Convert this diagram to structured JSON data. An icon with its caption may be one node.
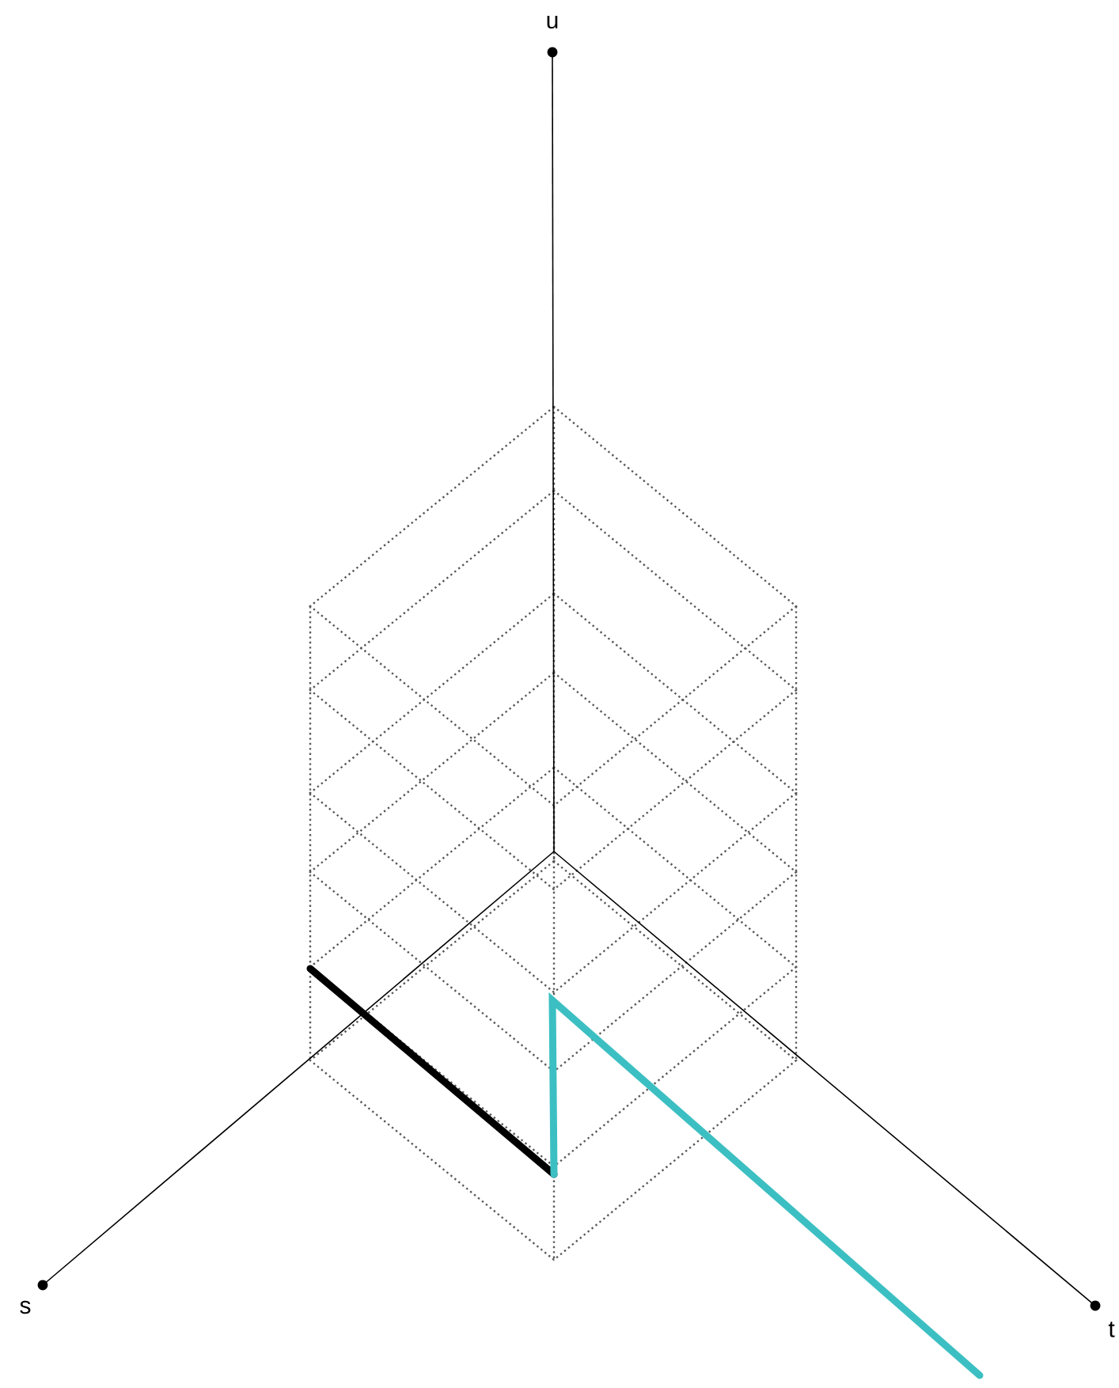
{
  "diagram": {
    "labels": [
      "u",
      "s",
      "t"
    ]
  }
}
